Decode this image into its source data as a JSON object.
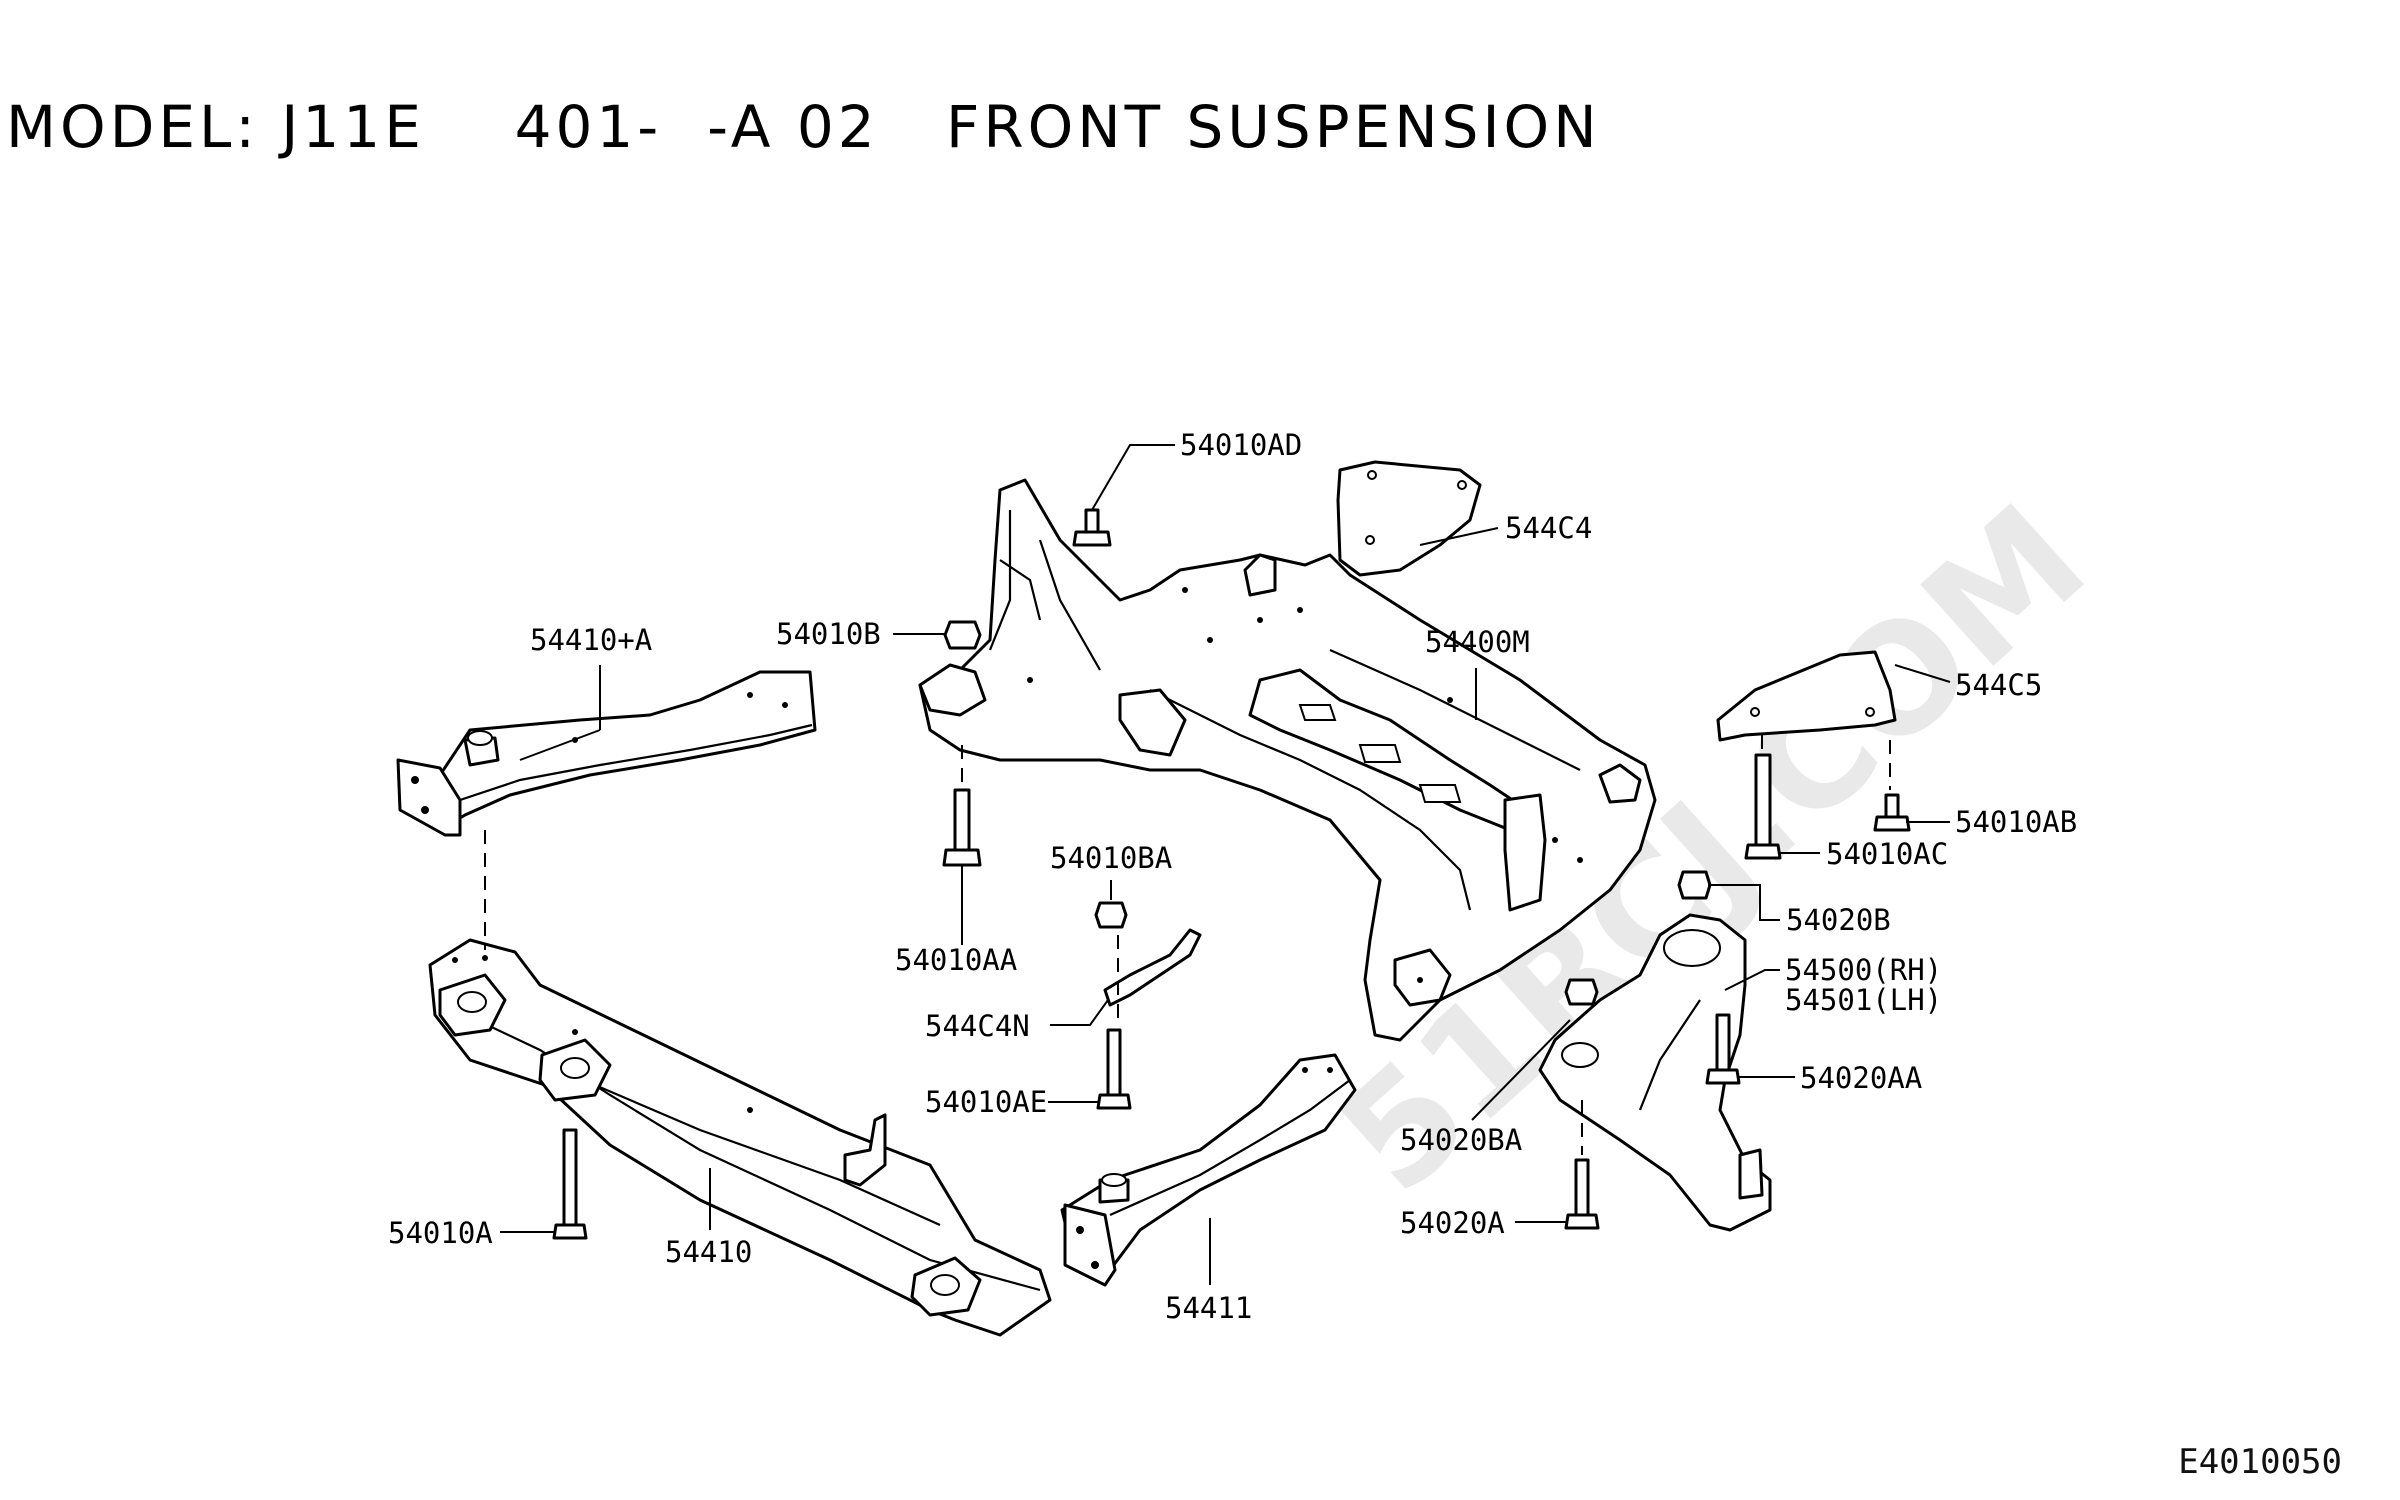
{
  "header": {
    "title": "MODEL: J11E    401-  -A 02   FRONT SUSPENSION",
    "diagram_code": "E4010050"
  },
  "watermark": "51RCJ.COM",
  "labels": {
    "p54010AD": "54010AD",
    "p544C4": "544C4",
    "p54410A_plus": "54410+A",
    "p54010B": "54010B",
    "p54400M": "54400M",
    "p544C5": "544C5",
    "p54010AB": "54010AB",
    "p54010AC": "54010AC",
    "p54010BA": "54010BA",
    "p54020B": "54020B",
    "p54010AA": "54010AA",
    "p54500RH": "54500(RH)",
    "p54501LH": "54501(LH)",
    "p544C4N": "544C4N",
    "p54020AA": "54020AA",
    "p54010AE": "54010AE",
    "p54020BA": "54020BA",
    "p54010A": "54010A",
    "p54410": "54410",
    "p54020A": "54020A",
    "p54411": "54411"
  }
}
